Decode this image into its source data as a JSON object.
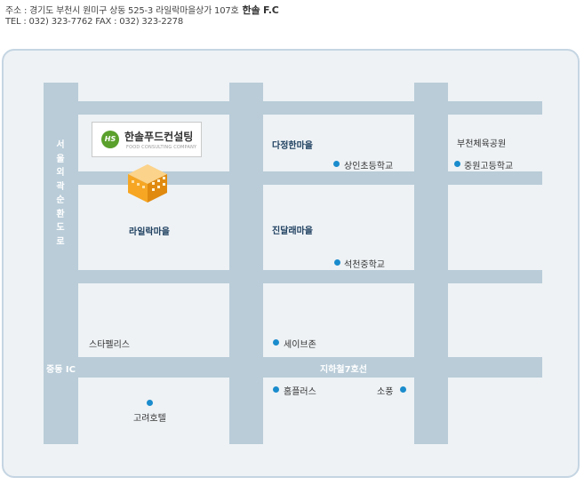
{
  "header": {
    "address": "주소 : 경기도 부천시 원미구 상동 525-3 라일락마을상가 107호",
    "company": "한솔 F.C",
    "contact": "TEL : 032) 323-7762   FAX : 032) 323-2278"
  },
  "roads": {
    "west_ring": [
      "서",
      "울",
      "외",
      "곽",
      "순",
      "환",
      "도",
      "로"
    ],
    "jungdong_ic": "중동 IC",
    "subway": "지하철7호선"
  },
  "sign": {
    "logo": "HS",
    "name": "한솔푸드컨설팅",
    "sub": "FOOD CONSULTING COMPANY"
  },
  "places": {
    "lilac": "라일락마을",
    "dajeong": "다정한마을",
    "jindallae": "진달래마을",
    "bucheon_gym": "부천체육공원",
    "sangin_school": "상인초등학교",
    "jungwon_school": "중원고등학교",
    "seokcheon_school": "석천중학교",
    "starpellis": "스타펠리스",
    "save_zone": "세이브존",
    "homeplus": "홈플러스",
    "sopung": "소풍",
    "goryeo_hotel": "고려호텔"
  },
  "colors": {
    "road": "#b9ccd8",
    "dot": "#1a8ccd",
    "panel": "#eef2f5",
    "logo": "#5aa02c",
    "building": "#f6a623"
  }
}
